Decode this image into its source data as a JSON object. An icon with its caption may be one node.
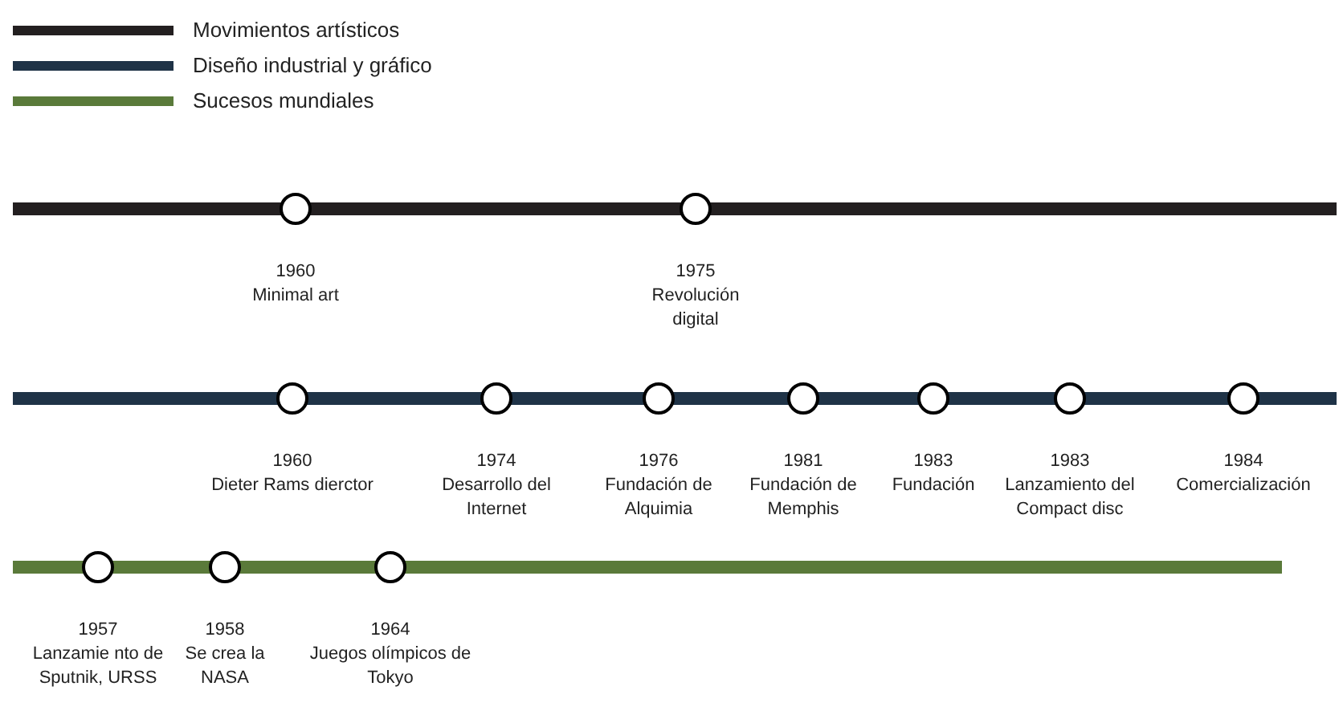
{
  "diagram": {
    "nodes": [
      {
        "text": [],
        "shape": "bar"
      },
      {
        "text": [],
        "shape": "bar"
      },
      {
        "text": [],
        "shape": "bar"
      },
      {
        "text": [],
        "shape": "circle",
        "beside": [
          "1960",
          "Minimal art"
        ]
      },
      {
        "text": [],
        "shape": "circle",
        "beside": [
          "1975",
          "Revolución digital"
        ]
      },
      {
        "text": [],
        "shape": "circle",
        "beside": [
          "1960",
          "Dieter Rams dierctor"
        ]
      },
      {
        "text": [],
        "shape": "circle",
        "beside": [
          "1974",
          "Desarrollo del Internet"
        ]
      },
      {
        "text": [],
        "shape": "circle",
        "beside": [
          "1976",
          "Fundación de Alquimia"
        ]
      },
      {
        "text": [],
        "shape": "circle",
        "beside": [
          "1981",
          "Fundación de Memphis"
        ]
      },
      {
        "text": [],
        "shape": "circle",
        "beside": [
          "1983",
          "Fundación"
        ]
      },
      {
        "text": [],
        "shape": "circle",
        "beside": [
          "1983",
          "Lanzamiento del Compact disc"
        ]
      },
      {
        "text": [],
        "shape": "circle",
        "beside": [
          "1984",
          "Comercialización"
        ]
      },
      {
        "text": [],
        "shape": "circle",
        "beside": [
          "1957",
          "Lanzamie nto de Sputnik, URSS"
        ]
      },
      {
        "text": [],
        "shape": "circle",
        "beside": [
          "1958",
          "Se crea la NASA"
        ]
      },
      {
        "text": [],
        "shape": "circle",
        "beside": [
          "1964",
          "Juegos olímpicos de Tokyo"
        ]
      }
    ],
    "legend": [
      {
        "text": "Movimientos artísticos",
        "color": "#231f20"
      },
      {
        "text": "Diseño industrial y gráfico",
        "color": "#1f3347"
      },
      {
        "text": "Sucesos mundiales",
        "color": "#5a7a3a"
      }
    ]
  }
}
